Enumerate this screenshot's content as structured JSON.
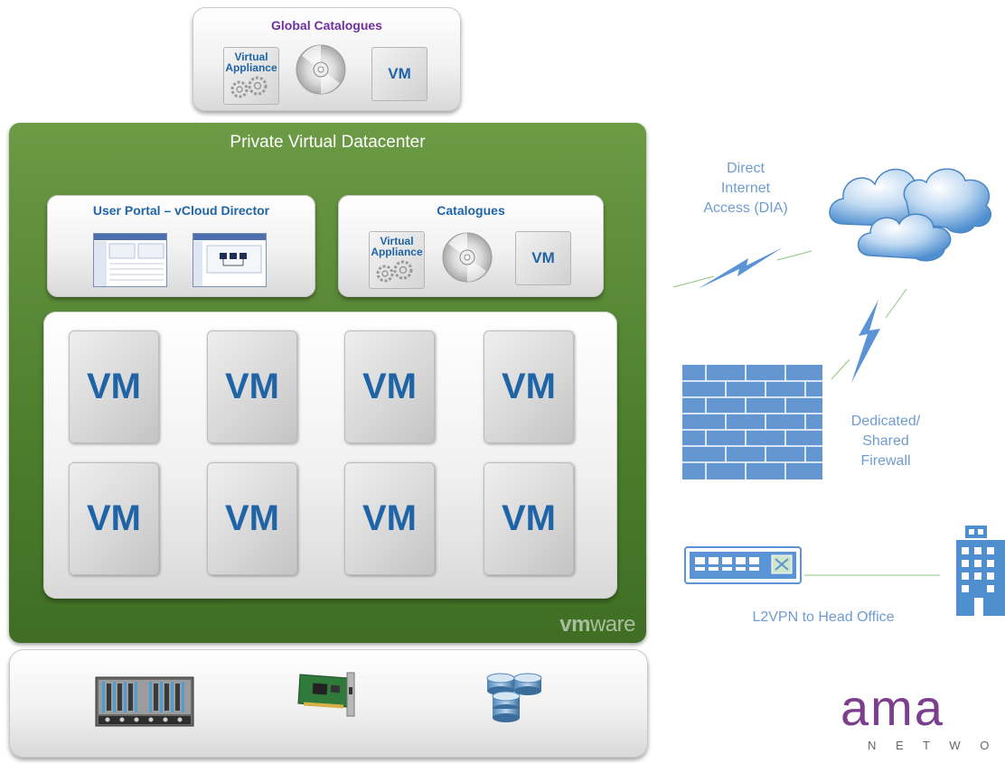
{
  "global_catalogues": {
    "title": "Global Catalogues",
    "virtual_appliance_line1": "Virtual",
    "virtual_appliance_line2": "Appliance",
    "vm": "VM"
  },
  "datacenter": {
    "title": "Private Virtual Datacenter",
    "user_portal_title": "User Portal – vCloud Director",
    "catalogues": {
      "title": "Catalogues",
      "virtual_appliance_line1": "Virtual",
      "virtual_appliance_line2": "Appliance",
      "vm": "VM"
    },
    "vms": [
      "VM",
      "VM",
      "VM",
      "VM",
      "VM",
      "VM",
      "VM",
      "VM"
    ],
    "brand_vm": "vm",
    "brand_ware": "ware"
  },
  "network": {
    "dia_line1": "Direct",
    "dia_line2": "Internet",
    "dia_line3": "Access (DIA)",
    "firewall_line1": "Dedicated/",
    "firewall_line2": "Shared",
    "firewall_line3": "Firewall",
    "l2vpn": "L2VPN to Head Office"
  },
  "logo": {
    "word": "ama",
    "sub": "N E T W O"
  },
  "colors": {
    "green": "#4c7e2c",
    "vm_blue": "#1f64a6",
    "light_blue": "#6f9cd0",
    "purple": "#7030a0"
  }
}
